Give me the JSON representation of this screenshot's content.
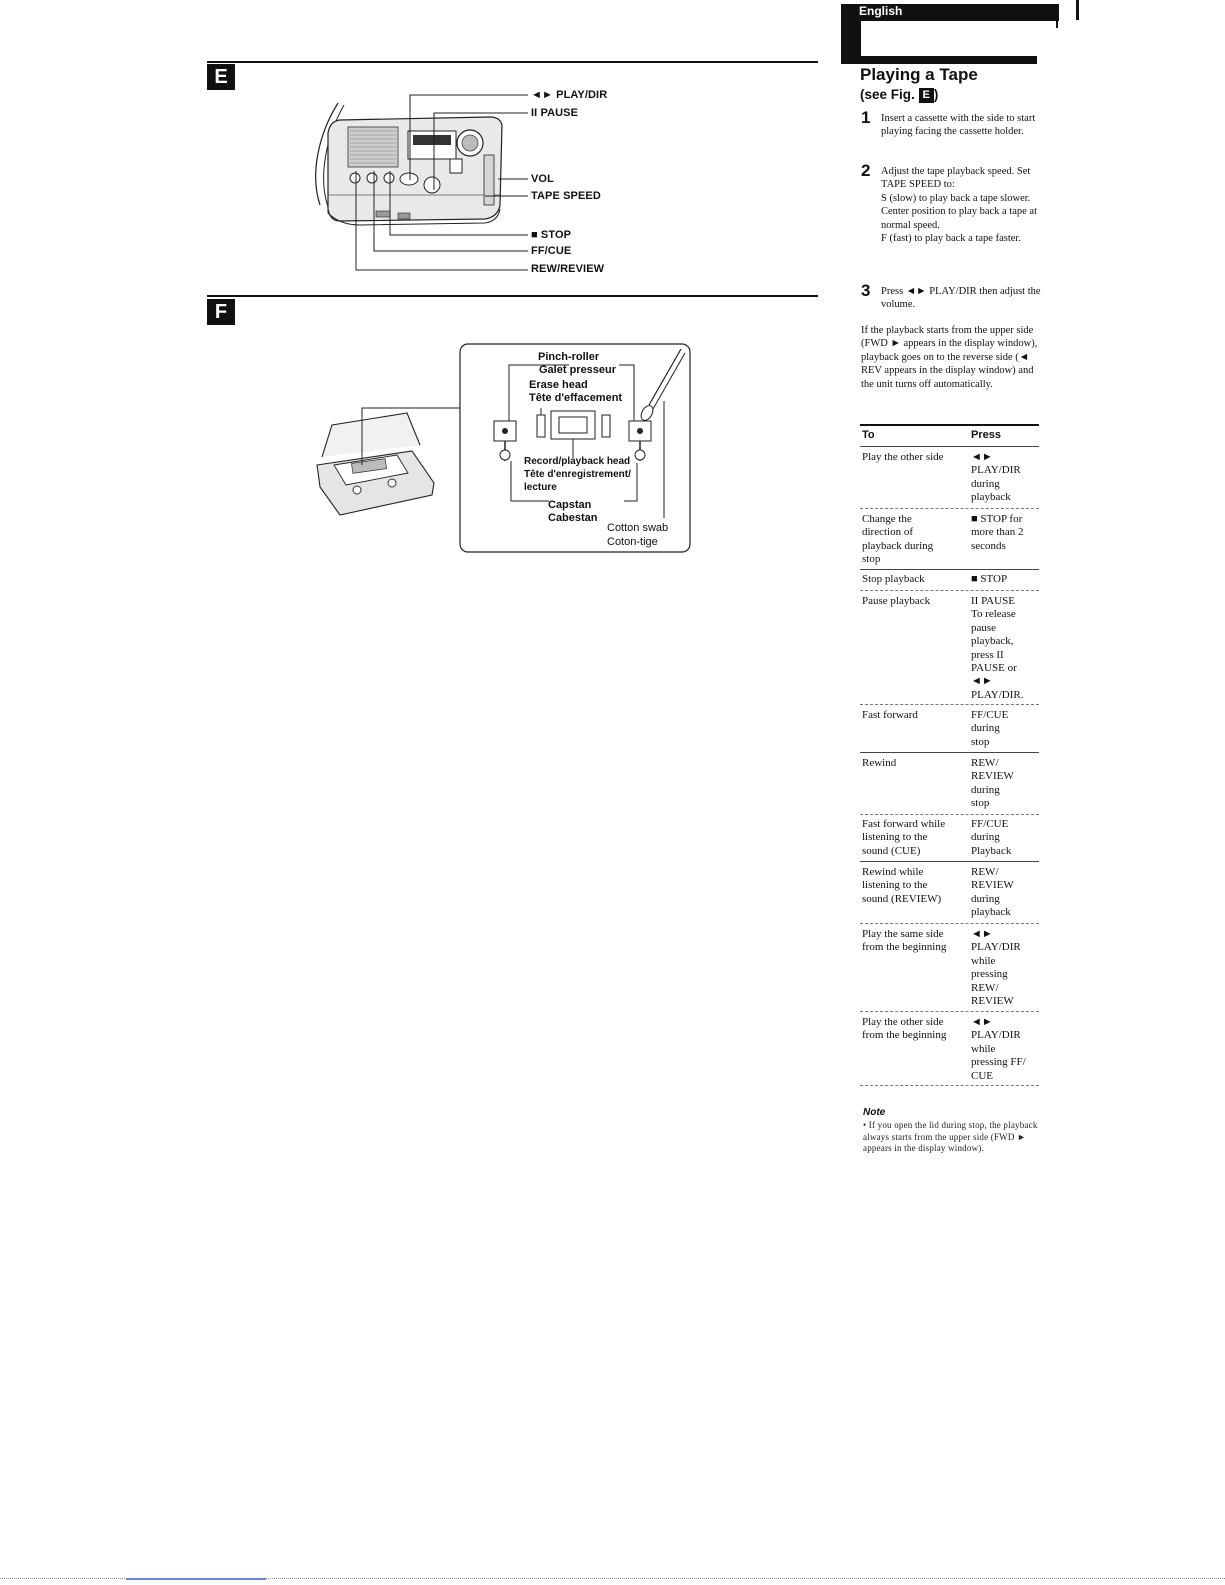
{
  "header": {
    "language_tab": "English"
  },
  "figure_e": {
    "letter": "E",
    "callouts": [
      "◄► PLAY/DIR",
      "II PAUSE",
      "VOL",
      "TAPE SPEED",
      "■ STOP",
      "FF/CUE",
      "REW/REVIEW"
    ]
  },
  "figure_f": {
    "letter": "F",
    "labels": {
      "pinch_roller": "Pinch-roller",
      "galet_presseur": "Galet presseur",
      "erase_head": "Erase head",
      "tete_effacement": "Tête d'effacement",
      "record_playback_head": "Record/playback head",
      "tete_enregistrement": "Tête d'enregistrement/",
      "lecture": "lecture",
      "capstan": "Capstan",
      "cabestan": "Cabestan",
      "cotton_swab": "Cotton swab",
      "coton_tige": "Coton-tige"
    }
  },
  "section": {
    "title": "Playing a Tape",
    "subtitle_prefix": "(see Fig.",
    "subtitle_fig": "E",
    "subtitle_suffix": ")",
    "steps": [
      {
        "num": "1",
        "text": "Insert a cassette with the side to start playing facing the cassette holder."
      },
      {
        "num": "2",
        "text": "Adjust the tape playback speed. Set TAPE SPEED to:\nS (slow) to play back a tape slower.\nCenter position to play back a tape at normal speed.\nF (fast) to play back a tape faster."
      },
      {
        "num": "3",
        "text": "Press ◄► PLAY/DIR then adjust the volume."
      }
    ],
    "paragraph": "If the playback starts from the upper side (FWD ► appears in the display window), playback goes on to the reverse side (◄ REV appears in the display window) and the unit turns off automatically."
  },
  "table": {
    "header_to": "To",
    "header_press": "Press",
    "rows": [
      {
        "to": "Play the other side",
        "press": "◄►\nPLAY/DIR\nduring\nplayback"
      },
      {
        "to": "Change the\ndirection of\nplayback during\nstop",
        "press": "■ STOP for\nmore than 2\nseconds"
      },
      {
        "to": "Stop playback",
        "press": "■ STOP"
      },
      {
        "to": "Pause playback",
        "press": "II PAUSE\nTo release\npause\nplayback,\npress II\nPAUSE or\n◄►\nPLAY/DIR."
      },
      {
        "to": "Fast forward",
        "press": "FF/CUE\nduring\nstop"
      },
      {
        "to": "Rewind",
        "press": "REW/\nREVIEW\nduring\nstop"
      },
      {
        "to": "Fast forward while\nlistening to the\nsound (CUE)",
        "press": "FF/CUE\nduring\nPlayback"
      },
      {
        "to": "Rewind while\nlistening to the\nsound (REVIEW)",
        "press": "REW/\nREVIEW\nduring\nplayback"
      },
      {
        "to": "Play the same side\nfrom the beginning",
        "press": "◄►\nPLAY/DIR\nwhile\npressing\nREW/\nREVIEW"
      },
      {
        "to": "Play the other side\nfrom the beginning",
        "press": "◄►\nPLAY/DIR\nwhile\npressing FF/\nCUE"
      }
    ]
  },
  "note": {
    "heading": "Note",
    "text": "• If you open the lid during stop, the playback always starts from the upper side (FWD ► appears in the display window)."
  }
}
